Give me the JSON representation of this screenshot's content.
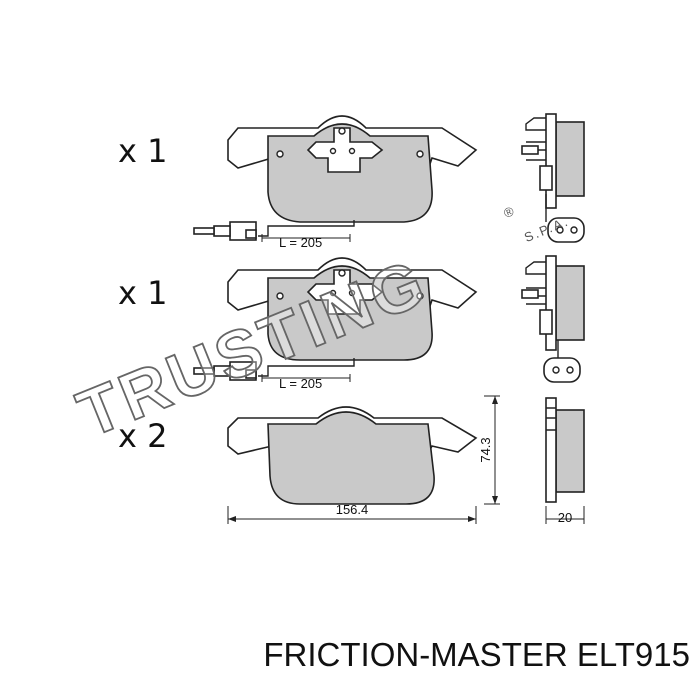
{
  "quantities": [
    "x 1",
    "x 1",
    "x 2"
  ],
  "wire_length_labels": [
    "L = 205",
    "L = 205"
  ],
  "dimensions": {
    "width": "156.4",
    "height": "74.3",
    "thickness": "20"
  },
  "watermark": {
    "text": "TRUSTING",
    "registered": "®",
    "suffix": "S.P.A."
  },
  "caption": "FRICTION-MASTER ELT915"
}
